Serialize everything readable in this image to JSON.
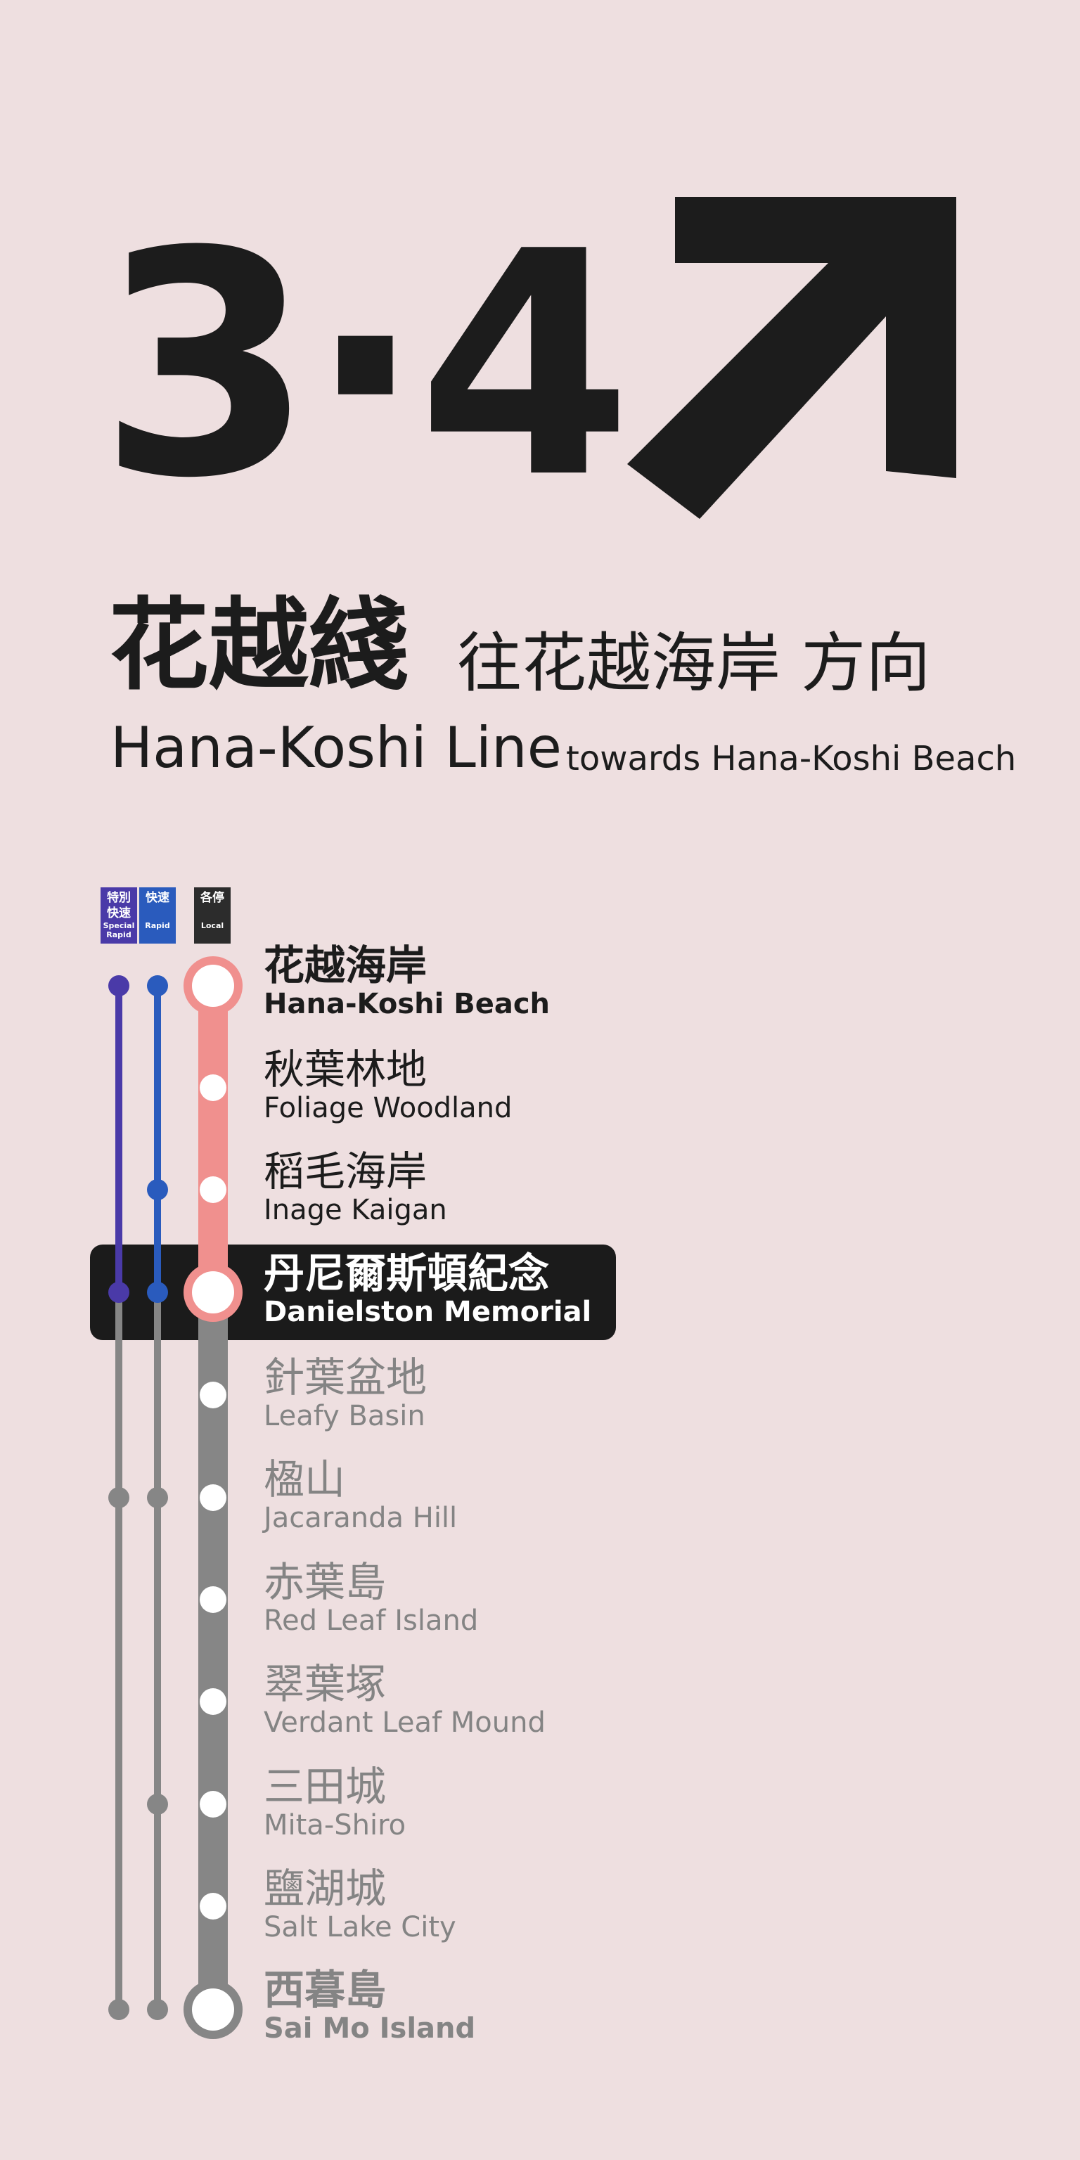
{
  "platform": "3·4",
  "line": {
    "name_zh": "花越綫",
    "name_en": "Hana-Koshi Line",
    "direction_zh": "往花越海岸 方向",
    "direction_en": "towards Hana-Koshi Beach"
  },
  "services": [
    {
      "zh": "特別快速",
      "zh1": "特別",
      "zh2": "快速",
      "en1": "Special",
      "en2": "Rapid",
      "color": "#4a3aa8"
    },
    {
      "zh1": "快速",
      "en1": "Rapid",
      "color": "#2a5bbd"
    },
    {
      "zh1": "各停",
      "en1": "Local",
      "color": "#2c2c2c"
    }
  ],
  "colors": {
    "background": "#eedfe0",
    "special_rapid": "#4a3aa8",
    "rapid": "#2a5bbd",
    "local_traveled": "#f0908e",
    "remaining": "#868686",
    "current_bar": "#1b1b1b"
  },
  "stations": [
    {
      "zh": "花越海岸",
      "en": "Hana-Koshi Beach",
      "state": "passed-terminal"
    },
    {
      "zh": "秋葉林地",
      "en": "Foliage Woodland",
      "state": "passed"
    },
    {
      "zh": "稻毛海岸",
      "en": "Inage Kaigan",
      "state": "passed"
    },
    {
      "zh": "丹尼爾斯頓紀念",
      "en": "Danielston Memorial",
      "state": "current"
    },
    {
      "zh": "針葉盆地",
      "en": "Leafy Basin",
      "state": "upcoming"
    },
    {
      "zh": "楹山",
      "en": "Jacaranda Hill",
      "state": "upcoming"
    },
    {
      "zh": "赤葉島",
      "en": "Red Leaf Island",
      "state": "upcoming"
    },
    {
      "zh": "翠葉塚",
      "en": "Verdant Leaf Mound",
      "state": "upcoming"
    },
    {
      "zh": "三田城",
      "en": "Mita-Shiro",
      "state": "upcoming"
    },
    {
      "zh": "鹽湖城",
      "en": "Salt Lake City",
      "state": "upcoming"
    },
    {
      "zh": "西暮島",
      "en": "Sai Mo Island",
      "state": "upcoming-terminal"
    }
  ]
}
